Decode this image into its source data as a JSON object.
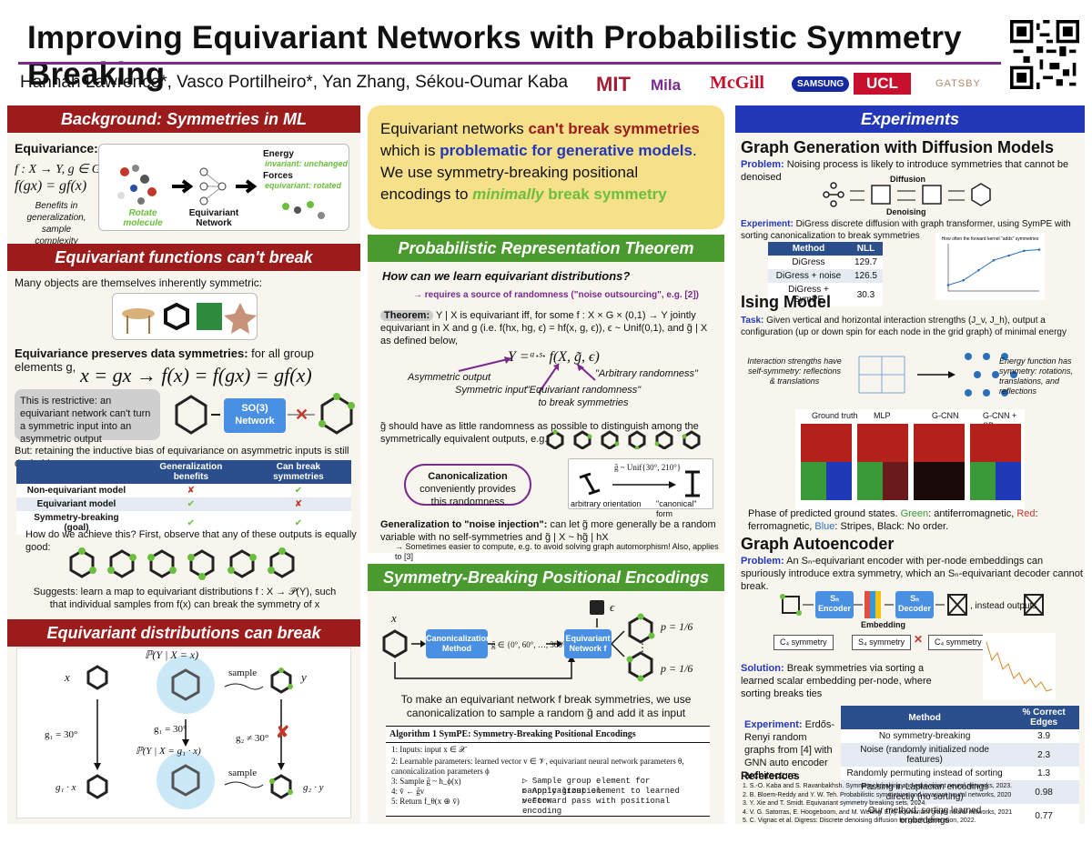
{
  "title": "Improving Equivariant Networks with Probabilistic Symmetry Breaking",
  "authors": "Hannah Lawrence*, Vasco Portilheiro*, Yan Zhang, Sékou-Oumar Kaba",
  "logos": [
    "MIT",
    "Mila",
    "McGill",
    "SAMSUNG",
    "UCL",
    "GATSBY"
  ],
  "col1": {
    "banner1": "Background: Symmetries in ML",
    "equivariance": "Equivariance:",
    "eq1": "f : X → Y, g ∈ G",
    "eq2": "f(gx) = gf(x)",
    "benefits": "Benefits in generalization, sample complexity",
    "energy": "Energy",
    "invariant": "invariant: unchanged",
    "forces": "Forces",
    "equivariant_rot": "equivariant: rotated",
    "rotate": "Rotate molecule",
    "eqnet": "Equivariant Network",
    "banner2": "Equivariant functions can't break symmetries…",
    "many": "Many objects are themselves inherently symmetric:",
    "preserves_b": "Equivariance preserves data symmetries:",
    "preserves_r": " for all group elements g,",
    "big_eq": "x = gx → f(x) = f(gx) = gf(x)",
    "restrictive": "This is restrictive: an equivariant network can't turn a symmetric input into an asymmetric output",
    "so3": "SO(3) Network",
    "but": "But: retaining the inductive bias of equivariance on asymmetric inputs is still desirable.",
    "table_headers": [
      "",
      "Generalization benefits",
      "Can break symmetries"
    ],
    "table_rows": [
      [
        "Non-equivariant model",
        "✘",
        "✔"
      ],
      [
        "Equivariant model",
        "✔",
        "✘"
      ],
      [
        "Symmetry-breaking (goal)",
        "✔",
        "✔"
      ]
    ],
    "how": "How do we achieve this? First, observe that any of these outputs is equally good:",
    "suggests": "Suggests: learn a map to equivariant distributions f : X → 𝒫(Y), such that individual samples from f(x) can break the symmetry of x",
    "banner3": "Equivariant distributions can break symmetries",
    "p1": "ℙ(Y | X = x)",
    "p2": "ℙ(Y | X = g₁ · x)",
    "sample": "sample",
    "x": "x",
    "y": "y",
    "g1": "g₁ = 30°",
    "g1b": "g₁ = 30°",
    "g2": "g₂ ≠ 30°",
    "g1x": "g₁ · x",
    "g2y": "g₂ · y"
  },
  "col2": {
    "highlight_pre": "Equivariant networks ",
    "highlight_red": "can't break symmetries",
    "highlight_mid": " which is ",
    "highlight_blue": "problematic for generative models",
    "highlight_post": ". We use symmetry-breaking positional encodings to ",
    "highlight_green_it": "minimally",
    "highlight_green": " break symmetry",
    "banner1": "Probabilistic Representation Theorem",
    "question": "How can we learn equivariant distributions?",
    "requires": "→ requires a source of randomness (\"noise outsourcing\", e.g. [2])",
    "theorem_label": "Theorem:",
    "theorem": "Y | X is equivariant iff, for some f : X × G × (0,1) → Y jointly equivariant in X and g (i.e. f(hx, hg, ϵ) = hf(x, g, ϵ)), ϵ ~ Unif(0,1), and g̃ | X as defined below,",
    "formula": "Y =ᵃ·ˢ· f(X, g̃, ϵ)",
    "asym": "Asymmetric output",
    "arb": "\"Arbitrary randomness\"",
    "symin": "Symmetric input",
    "eqrand": "\"Equivariant randomness\" to break symmetries",
    "gtilde": "g̃ should have as little randomness as possible to distinguish among the symmetrically equivalent outputs, e.g.",
    "canon_b": "Canonicalization",
    "canon": " conveniently provides this randomness",
    "unif": "g̃ ~ Unif{30°, 210°}",
    "arbor": "arbitrary orientation",
    "canform": "\"canonical\" form",
    "noise_b": "Generalization to \"noise injection\":",
    "noise": " can let g̃ more generally be a random variable with no self-symmetries and g̃ | X ~ hg̃ | hX",
    "sometimes": "→ Sometimes easier to compute, e.g. to avoid solving graph automorphism! Also, applies to [3]",
    "banner2": "Symmetry-Breaking Positional Encodings",
    "canon_method": "Canonicalization Method",
    "gset": "g̃ ∈ {0°, 60°, …, 300°}",
    "eqnet": "Equivariant Network f",
    "eps": "ϵ",
    "p6a": "p = 1/6",
    "p6b": "p = 1/6",
    "make": "To make an equivariant network f break symmetries, we use canonicalization to sample a random g̃ and add it as input",
    "alg_title": "Algorithm 1 SymPE: Symmetry-Breaking Positional Encodings",
    "alg_lines": [
      "1:  Inputs:  input x ∈ 𝒳",
      "2:  Learnable parameters:  learned vector v ∈ 𝒱, equivariant neural network parameters θ, canonicalization parameters ϕ",
      "3:  Sample g̃ ~ h_ϕ(x)",
      "4:  v̄ ← g̃v",
      "5:  Return f_θ(x ⊕ v̄)"
    ],
    "alg_comments": [
      "",
      "",
      "▷ Sample group element for canonicalization",
      "▷ Apply group element to learned vector",
      "▷ Forward pass with positional encoding"
    ]
  },
  "col3": {
    "banner": "Experiments",
    "h1": "Graph Generation with Diffusion Models",
    "problem_b": "Problem:",
    "problem": " Noising process is likely to introduce symmetries that cannot be denoised",
    "diffusion": "Diffusion",
    "denoising": "Denoising",
    "exp_b": "Experiment:",
    "exp": " DiGress discrete diffusion with graph transformer, using SymPE with sorting canonicalization to break symmetries",
    "t1_headers": [
      "Method",
      "NLL"
    ],
    "t1_rows": [
      [
        "DiGress",
        "129.7"
      ],
      [
        "DiGress + noise",
        "126.5"
      ],
      [
        "DiGress + SymPE",
        "30.3"
      ]
    ],
    "h2": "Ising Model",
    "task_b": "Task:",
    "task": " Given vertical and horizontal interaction strengths (J_v, J_h), output a configuration (up or down spin for each node in the grid graph) of minimal energy",
    "inter": "Interaction strengths have self-symmetry: reflections & translations",
    "energyfn": "Energy function has symmetry: rotations, translations, and reflections",
    "panels": [
      "Ground truth",
      "MLP",
      "G-CNN",
      "G-CNN + SB"
    ],
    "phase": "Phase of predicted ground states. ",
    "ph_g": "Green",
    "ph_g2": ": antiferromagnetic, ",
    "ph_r": "Red",
    "ph_r2": ": ferromagnetic, ",
    "ph_b": "Blue",
    "ph_b2": ": Stripes, Black: No order.",
    "h3": "Graph Autoencoder",
    "problem2_b": "Problem:",
    "problem2": " An Sₙ-equivariant encoder with per-node embeddings can spuriously introduce extra symmetry, which an Sₙ-equivariant decoder cannot break.",
    "enc": "Sₙ Encoder",
    "dec": "Sₙ Decoder",
    "instead": ", instead outputs",
    "embedding": "Embedding",
    "c4": "C₄ symmetry",
    "s4": "S₄ symmetry",
    "c4b": "C₄ symmetry",
    "sol_b": "Solution:",
    "sol": " Break symmetries via sorting a learned scalar embedding per-node, where sorting breaks ties",
    "exp2_b": "Experiment:",
    "exp2": " Erdős-Renyi random graphs from [4] with GNN auto encoder architecture",
    "t2_headers": [
      "Method",
      "% Correct Edges"
    ],
    "t2_rows": [
      [
        "No symmetry-breaking",
        "3.9"
      ],
      [
        "Noise (randomly initialized node features)",
        "2.3"
      ],
      [
        "Randomly permuting instead of sorting",
        "1.3"
      ],
      [
        "Passing in Laplacian encodings directly (no sorting)",
        "0.98"
      ],
      [
        "Our method: sorting learned embeddings",
        "0.77"
      ]
    ],
    "refs_h": "References",
    "refs": [
      "1. S.-O. Kaba and S. Ravanbakhsh. Symmetry breaking and equivariant neural networks, 2023.",
      "2. B. Bloem-Reddy and Y. W. Teh. Probabilistic symmetries and invariant neural networks, 2020",
      "3. Y. Xie and T. Smidt. Equivariant symmetry breaking sets, 2024.",
      "4. V. G. Satorras, E. Hoogeboom, and M. Welling. E(n) equivariant graph neural networks, 2021",
      "5. C. Vignac et al. Digress: Discrete denoising diffusion for graph generation, 2022."
    ]
  },
  "chart_data": {
    "type": "line",
    "title": "How often the forward kernel \"adds\" symmetries",
    "x": [
      0,
      100,
      200,
      300,
      400,
      500,
      600
    ],
    "y": [
      0.1,
      0.18,
      0.35,
      0.52,
      0.6,
      0.68,
      0.7
    ]
  },
  "colors": {
    "red": "#9c1c1c",
    "green": "#4b9a2f",
    "blue": "#2338b8",
    "purple": "#7a2a8c"
  }
}
